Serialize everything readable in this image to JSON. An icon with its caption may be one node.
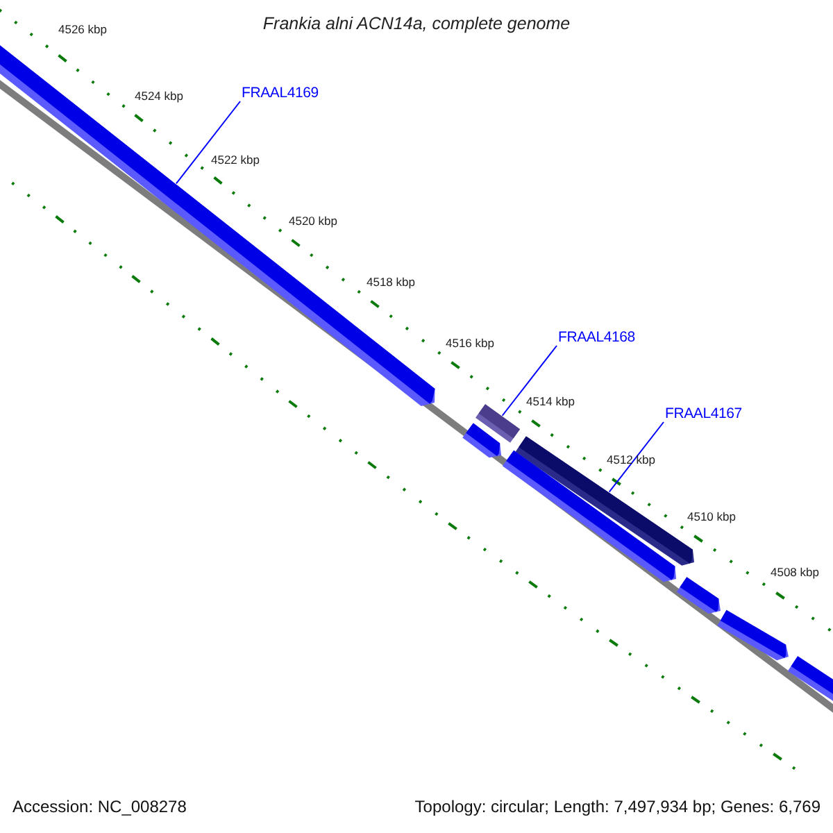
{
  "diagram": {
    "title": "Frankia alni ACN14a, complete genome",
    "nodes": [
      {
        "text": [
          "FRAAL4169"
        ]
      },
      {
        "text": [],
        "shape": "arrow"
      },
      {
        "text": [
          "FRAAL4168"
        ]
      },
      {
        "text": [],
        "shape": "bar"
      },
      {
        "text": [
          "FRAAL4167"
        ]
      },
      {
        "text": [],
        "shape": "arrow"
      },
      {
        "text": [],
        "shape": "arrow"
      },
      {
        "text": [],
        "shape": "arrow"
      },
      {
        "text": [],
        "shape": "arrow"
      },
      {
        "text": [],
        "shape": "arrow"
      },
      {
        "text": [],
        "shape": "arrow"
      }
    ],
    "edges": [
      {
        "from": 0,
        "to": 1,
        "arrow": "none"
      },
      {
        "from": 2,
        "to": 3,
        "arrow": "none"
      },
      {
        "from": 4,
        "to": 5,
        "arrow": "none"
      }
    ],
    "labels": [
      "4526 kbp",
      "4524 kbp",
      "4522 kbp",
      "4520 kbp",
      "4518 kbp",
      "4516 kbp",
      "4514 kbp",
      "4512 kbp",
      "4510 kbp",
      "4508 kbp",
      "Accession: NC_008278",
      "Topology: circular; Length: 7,497,934 bp; Genes: 6,769"
    ]
  }
}
